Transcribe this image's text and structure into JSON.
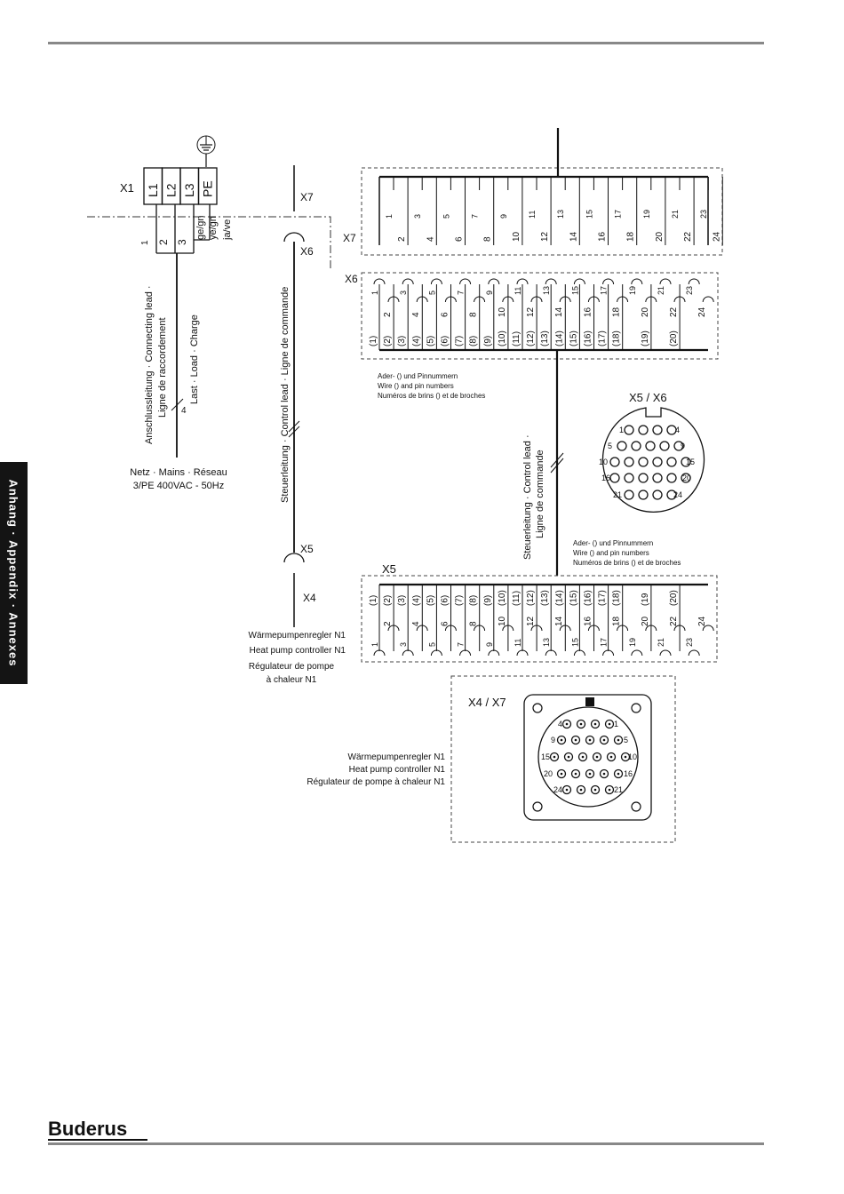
{
  "brand": {
    "logo": "Buderus",
    "color": "#111111"
  },
  "side_tab": {
    "label": "Anhang · Appendix · Annexes"
  },
  "mains": {
    "block_label": "X1",
    "terminals": [
      "L1",
      "L2",
      "L3",
      "PE"
    ],
    "wire_numbers": [
      "1",
      "2",
      "3"
    ],
    "wire_colors": [
      "ge/gn",
      "ye/gn",
      "ja/ve"
    ],
    "connecting_lead_de": "Anschlussleitung · Connecting lead ·",
    "connecting_lead_fr": "Ligne de raccordement",
    "load_label": "Last · Load · Charge",
    "load_count": "4",
    "network_label": "Netz · Mains · Réseau",
    "network_spec": "3/PE 400VAC - 50Hz",
    "earth_icon": "earth-ground-icon"
  },
  "control_lead": {
    "label": "Steuerleitung · Control lead · Ligne de commande",
    "label_b1": "Steuerleitung · Control lead ·",
    "label_b2": "Ligne de commande",
    "top_x7": "X7",
    "top_x6": "X6",
    "bottom_x5": "X5",
    "bottom_x4": "X4"
  },
  "x7_block": {
    "label": "X7",
    "top_numbers": [
      "1",
      "3",
      "5",
      "7",
      "9",
      "11",
      "13",
      "15",
      "17",
      "19",
      "21",
      "23"
    ],
    "bottom_numbers": [
      "2",
      "4",
      "6",
      "8",
      "10",
      "12",
      "14",
      "16",
      "18",
      "20",
      "22",
      "24"
    ]
  },
  "x6_block": {
    "label": "X6",
    "odd_numbers": [
      "1",
      "3",
      "5",
      "7",
      "9",
      "11",
      "13",
      "15",
      "17",
      "19",
      "21",
      "23"
    ],
    "even_numbers": [
      "2",
      "4",
      "6",
      "8",
      "10",
      "12",
      "14",
      "16",
      "18",
      "20",
      "22",
      "24"
    ],
    "wire_numbers": [
      "(1)",
      "(2)",
      "(3)",
      "(4)",
      "(5)",
      "(6)",
      "(7)",
      "(8)",
      "(9)",
      "(10)",
      "(11)",
      "(12)",
      "(13)",
      "(14)",
      "(15)",
      "(16)",
      "(17)",
      "(18)",
      "(19)",
      "(20)"
    ]
  },
  "notes_top": [
    "Ader- () und Pinnummern",
    "Wire () and pin numbers",
    "Numéros de brins () et de broches"
  ],
  "notes_mid": [
    "Ader- () und Pinnummern",
    "Wire () and pin numbers",
    "Numéros de brins () et de broches"
  ],
  "connector_x5x6": {
    "title": "X5 / X6",
    "pins": [
      "1",
      "4",
      "5",
      "9",
      "10",
      "15",
      "16",
      "20",
      "21",
      "24"
    ]
  },
  "x5_block": {
    "label": "X5",
    "wire_numbers": [
      "(1)",
      "(2)",
      "(3)",
      "(4)",
      "(5)",
      "(6)",
      "(7)",
      "(8)",
      "(9)",
      "(10)",
      "(11)",
      "(12)",
      "(13)",
      "(14)",
      "(15)",
      "(16)",
      "(17)",
      "(18)",
      "(19",
      "(20)"
    ],
    "even_numbers": [
      "2",
      "4",
      "6",
      "8",
      "10",
      "12",
      "14",
      "16",
      "18",
      "20",
      "22",
      "24"
    ],
    "odd_numbers": [
      "1",
      "3",
      "5",
      "7",
      "9",
      "11",
      "13",
      "15",
      "17",
      "19",
      "21",
      "23"
    ]
  },
  "controller_left": [
    "Wärmepumpenregler N1",
    "Heat pump controller N1",
    "Régulateur de pompe",
    "à chaleur N1"
  ],
  "connector_x4x7": {
    "title": "X4 / X7",
    "pins": [
      "4",
      "1",
      "9",
      "5",
      "15",
      "10",
      "20",
      "16",
      "24",
      "21"
    ]
  },
  "controller_right": [
    "Wärmepumpenregler N1",
    "Heat pump controller N1",
    "Régulateur de pompe à chaleur N1"
  ]
}
